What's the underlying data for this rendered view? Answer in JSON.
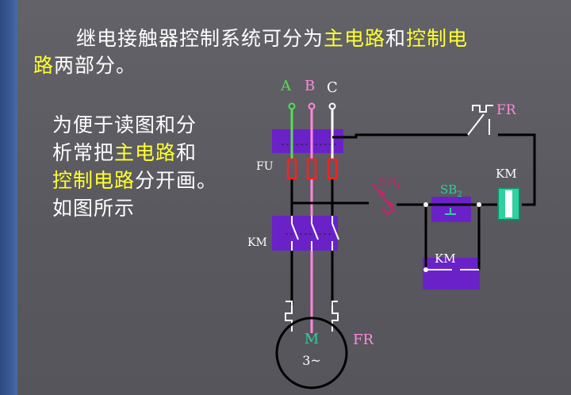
{
  "intro": {
    "line1_prefix": "继电接触器控制系统可分为",
    "line1_main": "主电路",
    "line1_and": "和",
    "line1_ctrl": "控制电",
    "line2_ctrl": "路",
    "line2_suffix": "两部分。"
  },
  "side": {
    "line1": "为便于读图和分",
    "line2_prefix": "析常把",
    "line2_main": "主电路",
    "line2_suffix": "和",
    "line3_ctrl": "控制电路",
    "line3_suffix": "分开画。",
    "line4": "如图所示"
  },
  "diagram": {
    "phase_a": "A",
    "phase_b": "B",
    "phase_c": "C",
    "fuse_label": "FU",
    "contactor_main_label": "KM",
    "motor_label": "M",
    "motor_sub": "3~",
    "overload_main_label": "FR",
    "overload_ctrl_label": "FR",
    "stop_button_label": "SB",
    "stop_button_sub": "1",
    "start_button_label": "SB",
    "start_button_sub": "2",
    "coil_label": "KM",
    "aux_contact_label": "KM"
  },
  "colors": {
    "background": "#5a5a60",
    "highlight": "#ffff33",
    "phase_a": "#55dd55",
    "phase_b": "#ff88dd",
    "phase_c": "#ffffff",
    "component_fill": "#6a22c8",
    "wire": "#000000",
    "fuse": "#ff2020",
    "coil": "#2fd1a0",
    "stop_button": "#c0286a"
  }
}
